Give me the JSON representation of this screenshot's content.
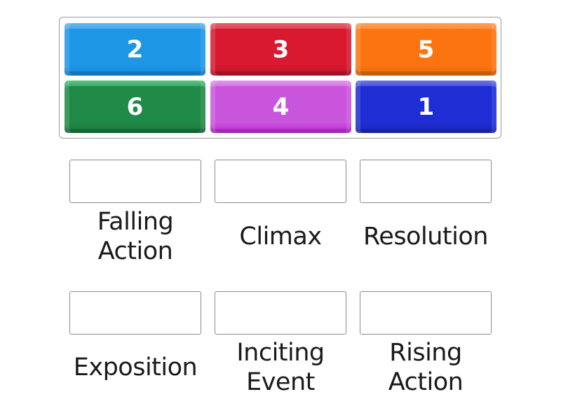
{
  "tiles": [
    {
      "label": "2",
      "color": "#1e96e6",
      "top_color": "#41a9ef",
      "bottom_color": "#1187d8"
    },
    {
      "label": "3",
      "color": "#d8192f",
      "top_color": "#e03c4c",
      "bottom_color": "#b81528"
    },
    {
      "label": "5",
      "color": "#fb7410",
      "top_color": "#fd8c32",
      "bottom_color": "#e36a08"
    },
    {
      "label": "6",
      "color": "#208a48",
      "top_color": "#2cbd62",
      "bottom_color": "#1a733b"
    },
    {
      "label": "4",
      "color": "#c955dc",
      "top_color": "#db82e7",
      "bottom_color": "#b82bd0"
    },
    {
      "label": "1",
      "color": "#1e2dd4",
      "top_color": "#4a57e1",
      "bottom_color": "#1a28b4"
    }
  ],
  "targets": [
    {
      "label_line1": "Falling",
      "label_line2": "Action"
    },
    {
      "label_line1": "Climax",
      "label_line2": ""
    },
    {
      "label_line1": "Resolution",
      "label_line2": ""
    },
    {
      "label_line1": "Exposition",
      "label_line2": ""
    },
    {
      "label_line1": "Inciting",
      "label_line2": "Event"
    },
    {
      "label_line1": "Rising",
      "label_line2": "Action"
    }
  ]
}
